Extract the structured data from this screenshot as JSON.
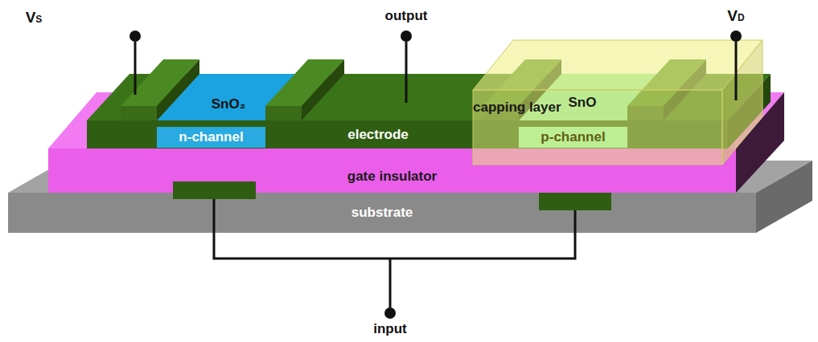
{
  "diagram": {
    "nodes": [
      {
        "text": [
          "substrate"
        ]
      },
      {
        "text": [
          "gate insulator"
        ]
      },
      {
        "text": [
          "n-channel"
        ]
      },
      {
        "text": [
          "capping layer"
        ]
      },
      {
        "text": [
          "p-channel"
        ]
      }
    ],
    "labels": [
      "VS",
      "output",
      "VD",
      "SnO₂",
      "electrode",
      "SnO",
      "input"
    ]
  }
}
